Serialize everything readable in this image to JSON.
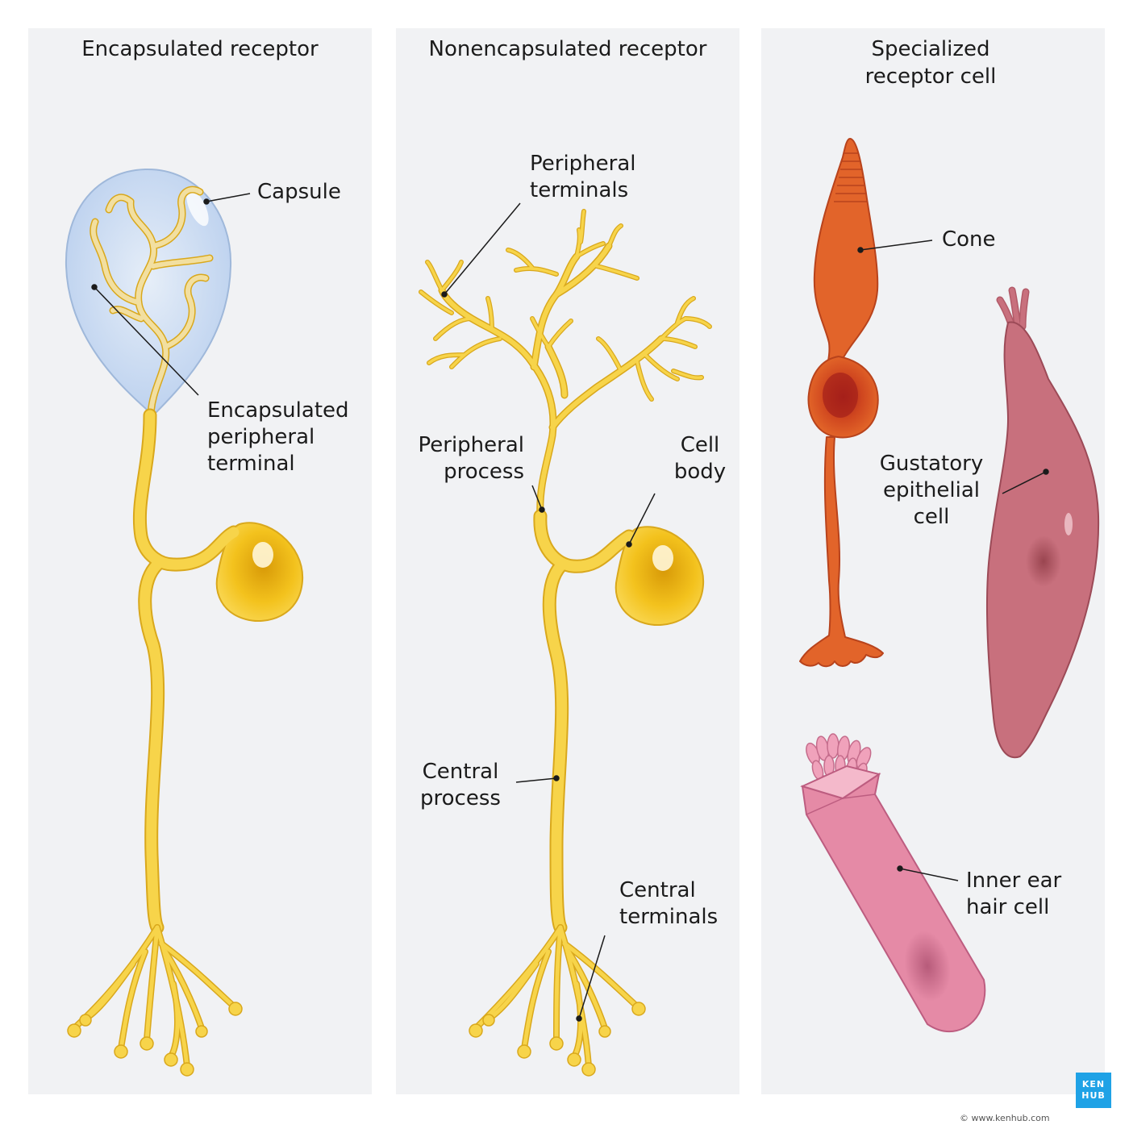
{
  "panels": [
    {
      "title": "Encapsulated receptor",
      "labels": {
        "capsule": "Capsule",
        "encapsulated_peripheral_terminal": [
          "Encapsulated",
          "peripheral",
          "terminal"
        ]
      }
    },
    {
      "title": "Nonencapsulated receptor",
      "labels": {
        "peripheral_terminals": [
          "Peripheral",
          "terminals"
        ],
        "peripheral_process": [
          "Peripheral",
          "process"
        ],
        "cell_body": [
          "Cell",
          "body"
        ],
        "central_process": [
          "Central",
          "process"
        ],
        "central_terminals": [
          "Central",
          "terminals"
        ]
      }
    },
    {
      "title": [
        "Specialized",
        "receptor cell"
      ],
      "labels": {
        "cone": "Cone",
        "gustatory": [
          "Gustatory",
          "epithelial",
          "cell"
        ],
        "hair_cell": [
          "Inner ear",
          "hair cell"
        ]
      }
    }
  ],
  "logo": [
    "KEN",
    "HUB"
  ],
  "copyright": "© www.kenhub.com",
  "colors": {
    "panel_bg": "#f1f2f4",
    "neuron": "#f7d44a",
    "neuron_outline": "#d9a81c",
    "capsule": "#c9dcf2",
    "cone": "#e2642a",
    "gustatory": "#c8707d",
    "hair_cell": "#e58aa6"
  }
}
